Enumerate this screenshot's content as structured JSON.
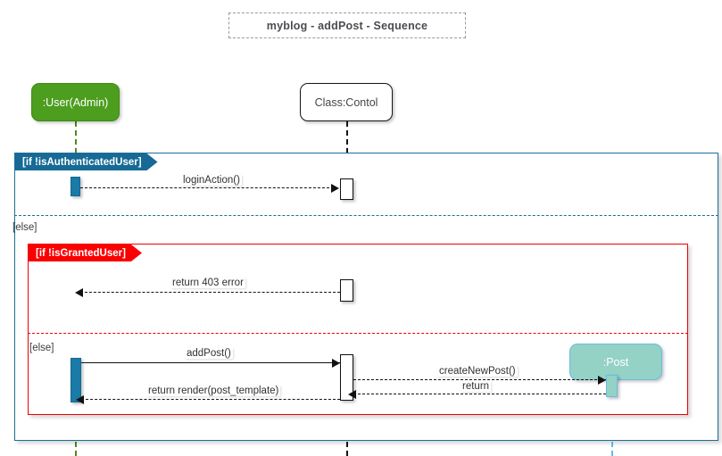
{
  "diagram": {
    "title": "myblog - addPost - Sequence",
    "type": "uml-sequence-diagram",
    "colors": {
      "actor_green": "#4d9d1f",
      "control_white": "#ffffff",
      "post_teal": "#93d2c4",
      "fragment_outer_blue": "#166a95",
      "fragment_inner_red": "#fb0000",
      "activation_blue": "#1a7aa8"
    }
  },
  "lifelines": [
    {
      "id": "user",
      "label": ":User(Admin)",
      "style": "green-filled"
    },
    {
      "id": "control",
      "label": "Class:Contol",
      "style": "white-box"
    },
    {
      "id": "post",
      "label": ":Post",
      "style": "teal-filled"
    }
  ],
  "fragments": [
    {
      "id": "outer",
      "operator_label": "[if !isAuthenticatedUser]",
      "else_label": "[else]",
      "color": "#166a95"
    },
    {
      "id": "inner",
      "operator_label": "[if !isGrantedUser]",
      "else_label": "[else]",
      "color": "#fb0000"
    }
  ],
  "messages": [
    {
      "id": "m1",
      "label": "loginAction()",
      "from": "user",
      "to": "control",
      "line": "dashed",
      "direction": "right"
    },
    {
      "id": "m2",
      "label": "return 403 error",
      "from": "control",
      "to": "user",
      "line": "dashed",
      "direction": "left"
    },
    {
      "id": "m3",
      "label": "addPost()",
      "from": "user",
      "to": "control",
      "line": "solid",
      "direction": "right"
    },
    {
      "id": "m4",
      "label": "createNewPost()",
      "from": "control",
      "to": "post",
      "line": "dashed",
      "direction": "right"
    },
    {
      "id": "m5",
      "label": "return",
      "from": "post",
      "to": "control",
      "line": "dashed",
      "direction": "left"
    },
    {
      "id": "m6",
      "label": "return render(post_template)",
      "from": "control",
      "to": "user",
      "line": "dashed",
      "direction": "left"
    }
  ]
}
